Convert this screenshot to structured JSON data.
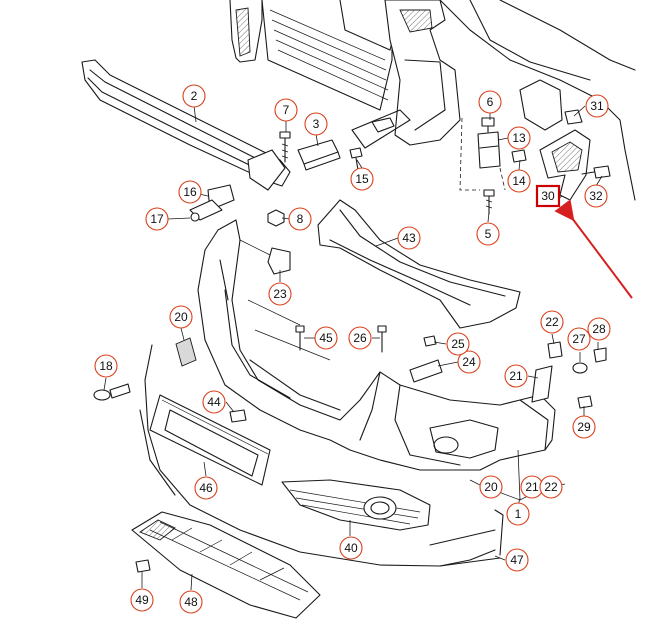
{
  "colors": {
    "callout_outline": "#d9401a",
    "highlight_box": "#cc0000",
    "pointer_arrow": "#d62020",
    "line_art": "#1a1a1a"
  },
  "callouts": {
    "c1": "1",
    "c2": "2",
    "c3": "3",
    "c5": "5",
    "c6": "6",
    "c7": "7",
    "c8": "8",
    "c13": "13",
    "c14": "14",
    "c15": "15",
    "c16": "16",
    "c17": "17",
    "c18": "18",
    "c20a": "20",
    "c20b": "20",
    "c21a": "21",
    "c21b": "21",
    "c22a": "22",
    "c22b": "22",
    "c23": "23",
    "c24": "24",
    "c25": "25",
    "c26": "26",
    "c27": "27",
    "c28": "28",
    "c29": "29",
    "c30": "30",
    "c31": "31",
    "c32": "32",
    "c40": "40",
    "c43": "43",
    "c44": "44",
    "c45": "45",
    "c46": "46",
    "c47": "47",
    "c48": "48",
    "c49": "49"
  },
  "highlighted_part": "30"
}
